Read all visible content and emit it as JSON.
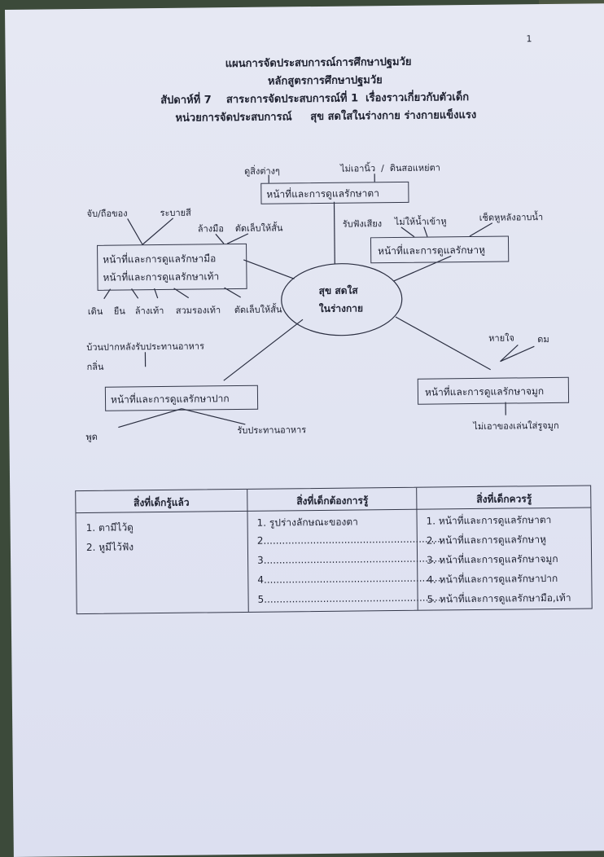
{
  "page_number": "1",
  "header": {
    "line1": "แผนการจัดประสบการณ์การศึกษาปฐมวัย",
    "line2": "หลักสูตรการศึกษาปฐมวัย",
    "line3": "สัปดาห์ที่ 7    สาระการจัดประสบการณ์ที่ 1  เรื่องราวเกี่ยวกับตัวเด็ก",
    "line4": "หน่วยการจัดประสบการณ์     สุข สดใสในร่างกาย ร่างกายแข็งแรง"
  },
  "diagram": {
    "center": {
      "line1": "สุข สดใส",
      "line2": "ในร่างกาย"
    },
    "eyes": {
      "box": "หน้าที่และการดูแลรักษาตา",
      "labels": [
        "ดูสิ่งต่างๆ",
        "ไม่เอานิ้ว  /  ดินสอแหย่ตา"
      ]
    },
    "hands_feet": {
      "box_line1": "หน้าที่และการดูแลรักษามือ",
      "box_line2": "หน้าที่และการดูแลรักษาเท้า",
      "top_labels": [
        "จับ/ถือของ",
        "ระบายสี",
        "ล้างมือ",
        "ตัดเล็บให้สั้น"
      ],
      "bottom_labels": [
        "เดิน",
        "ยืน",
        "ล้างเท้า",
        "สวมรองเท้า",
        "ตัดเล็บให้สั้น"
      ]
    },
    "ears": {
      "box": "หน้าที่และการดูแลรักษาหู",
      "labels": [
        "รับฟังเสียง",
        "ไม่ให้น้ำเข้าหู",
        "เช็ดหูหลังอาบน้ำ"
      ]
    },
    "mouth": {
      "box": "หน้าที่และการดูแลรักษาปาก",
      "labels": [
        "บ้วนปากหลังรับประทานอาหาร",
        "กลิ่น",
        "พูด",
        "รับประทานอาหาร"
      ]
    },
    "nose": {
      "box": "หน้าที่และการดูแลรักษาจมูก",
      "labels": [
        "หายใจ",
        "ดม",
        "ไม่เอาของเล่นใส่รูจมูก"
      ]
    }
  },
  "table": {
    "headers": [
      "สิ่งที่เด็กรู้แล้ว",
      "สิ่งที่เด็กต้องการรู้",
      "สิ่งที่เด็กควรรู้"
    ],
    "col1": [
      "1. ตามีไว้ดู",
      "2. หูมีไว้ฟัง"
    ],
    "col2": [
      "1. รูปร่างลักษณะของตา",
      "2..........................................................",
      "3..........................................................",
      "4..........................................................",
      "5.........................................................."
    ],
    "col3": [
      "1. หน้าที่และการดูแลรักษาตา",
      "2. หน้าที่และการดูแลรักษาหู",
      "3. หน้าที่และการดูแลรักษาจมูก",
      "4. หน้าที่และการดูแลรักษาปาก",
      "5. หน้าที่และการดูแลรักษามือ,เท้า"
    ]
  },
  "colors": {
    "paper": "#e1e4f2",
    "ink": "#1e2130",
    "background": "#3c4a3a"
  }
}
